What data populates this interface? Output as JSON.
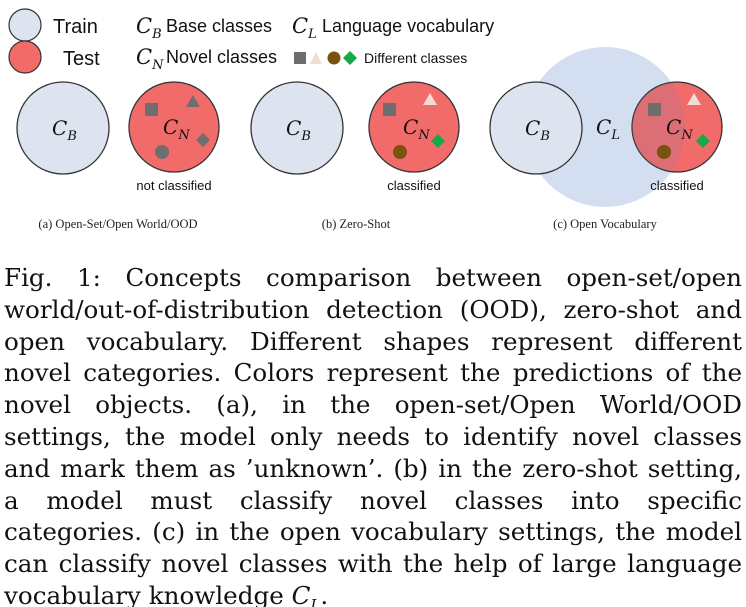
{
  "legend": {
    "train_label": "Train",
    "test_label": "Test",
    "cb_symbol": "C",
    "cb_sub": "B",
    "cb_label": "Base classes",
    "cn_symbol": "C",
    "cn_sub": "N",
    "cn_label": "Novel classes",
    "cl_symbol": "C",
    "cl_sub": "L",
    "cl_label": "Language vocabulary",
    "shapes_label": "Different classes"
  },
  "panels": {
    "a": {
      "base": {
        "sym": "C",
        "sub": "B"
      },
      "novel": {
        "sym": "C",
        "sub": "N"
      },
      "status": "not classified",
      "caption": "(a) Open-Set/Open World/OOD"
    },
    "b": {
      "base": {
        "sym": "C",
        "sub": "B"
      },
      "novel": {
        "sym": "C",
        "sub": "N"
      },
      "status": "classified",
      "caption": "(b) Zero-Shot"
    },
    "c": {
      "base": {
        "sym": "C",
        "sub": "B"
      },
      "vocab": {
        "sym": "C",
        "sub": "L"
      },
      "novel": {
        "sym": "C",
        "sub": "N"
      },
      "status": "classified",
      "caption": "(c) Open Vocabulary"
    }
  },
  "colors": {
    "train_fill": "#dde4f0",
    "test_fill": "#f26b6b",
    "vocab_fill": "#c9d6ee",
    "shape_gray": "#6e6e6e",
    "shape_peach": "#f3ddd0",
    "shape_brown": "#7a5310",
    "shape_green": "#18a84a"
  },
  "caption": {
    "label": "Fig. 1:",
    "text": "Concepts comparison between open-set/open world/out-of-distribution detection (OOD), zero-shot and open vocabulary. Different shapes represent different novel categories. Colors represent the predictions of the novel objects. (a), in the open-set/Open World/OOD settings, the model only needs to identify novel classes and mark them as ’unknown’. (b) in the zero-shot setting, a model must classify novel classes into specific categories. (c) in the open vocabulary settings, the model can classify novel classes with the help of large language vocabulary knowledge",
    "symbol": "C",
    "symbol_sub": "L",
    "end": "."
  }
}
